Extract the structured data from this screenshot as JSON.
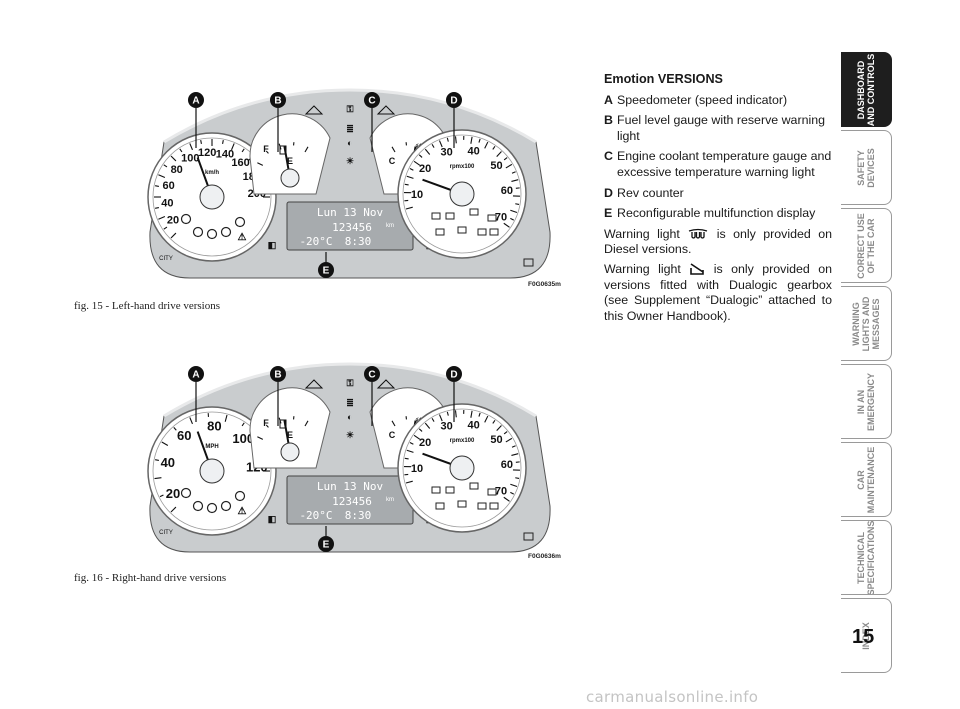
{
  "figures": [
    {
      "caption": "fig. 15 - Left-hand drive versions",
      "code": "F0G0635m",
      "callouts": [
        "A",
        "B",
        "C",
        "D",
        "E"
      ],
      "speedo_unit": "km/h",
      "speedo_scale": [
        "20",
        "40",
        "60",
        "80",
        "100",
        "120",
        "140",
        "160",
        "180",
        "200"
      ],
      "rev_unit": "rpmx100",
      "rev_scale": [
        "10",
        "20",
        "30",
        "40",
        "50",
        "60",
        "70"
      ],
      "fuel_labels": [
        "F",
        "E"
      ],
      "temp_labels": [
        "C",
        "H"
      ],
      "display_lines": [
        "Lun 13 Nov",
        "123456",
        "km",
        "-20°C",
        "8:30"
      ],
      "city_label": "CITY"
    },
    {
      "caption": "fig. 16 - Right-hand drive versions",
      "code": "F0G0636m",
      "callouts": [
        "A",
        "B",
        "C",
        "D",
        "E"
      ],
      "speedo_unit": "MPH",
      "speedo_scale": [
        "20",
        "40",
        "60",
        "80",
        "100",
        "120"
      ],
      "rev_unit": "rpmx100",
      "rev_scale": [
        "10",
        "20",
        "30",
        "40",
        "50",
        "60",
        "70"
      ],
      "fuel_labels": [
        "F",
        "E"
      ],
      "temp_labels": [
        "C",
        "H"
      ],
      "display_lines": [
        "Lun 13 Nov",
        "123456",
        "km",
        "-20°C",
        "8:30"
      ],
      "city_label": "CITY"
    }
  ],
  "section": {
    "title": "Emotion VERSIONS",
    "items": [
      {
        "letter": "A",
        "text": "Speedometer (speed indicator)"
      },
      {
        "letter": "B",
        "text": "Fuel level gauge with reserve warning light"
      },
      {
        "letter": "C",
        "text": "Engine coolant temperature gauge and excessive temperature warning light"
      },
      {
        "letter": "D",
        "text": "Rev counter"
      },
      {
        "letter": "E",
        "text": "Reconfigurable multifunction display"
      }
    ],
    "note1_before": "Warning light",
    "note1_after": "is only provided on Diesel versions.",
    "note2_before": "Warning light",
    "note2_after": "is only provided on versions fitted with Dualogic gearbox (see Supplement “Dualogic” attached to this Owner Handbook).",
    "note1_icon": "glow-plug-icon",
    "note2_icon": "dualogic-gearbox-icon"
  },
  "tabs": [
    {
      "label": "DASHBOARD\nAND CONTROLS",
      "active": true
    },
    {
      "label": "SAFETY\nDEVICES",
      "active": false
    },
    {
      "label": "CORRECT USE\nOF THE CAR",
      "active": false
    },
    {
      "label": "WARNING\nLIGHTS AND\nMESSAGES",
      "active": false
    },
    {
      "label": "IN AN\nEMERGENCY",
      "active": false
    },
    {
      "label": "CAR\nMAINTENANCE",
      "active": false
    },
    {
      "label": "TECHNICAL\nSPECIFICATIONS",
      "active": false
    },
    {
      "label": "INDEX",
      "active": false
    }
  ],
  "page_number": "15",
  "watermark": "carmanualsonline.info"
}
